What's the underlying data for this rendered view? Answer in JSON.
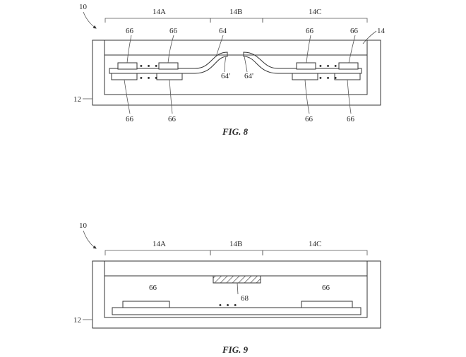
{
  "fig8": {
    "ref_device": "10",
    "ref_housing": "12",
    "ref_display": "14",
    "region_a": "14A",
    "region_b": "14B",
    "region_c": "14C",
    "ref_component": "66",
    "ref_flex": "64",
    "ref_flex_end": "64'",
    "ellipsis": "• • •",
    "caption": "FIG. 8"
  },
  "fig9": {
    "ref_device": "10",
    "ref_housing": "12",
    "region_a": "14A",
    "region_b": "14B",
    "region_c": "14C",
    "ref_component": "66",
    "ref_hatched": "68",
    "ellipsis": "• • •",
    "caption": "FIG. 9"
  }
}
